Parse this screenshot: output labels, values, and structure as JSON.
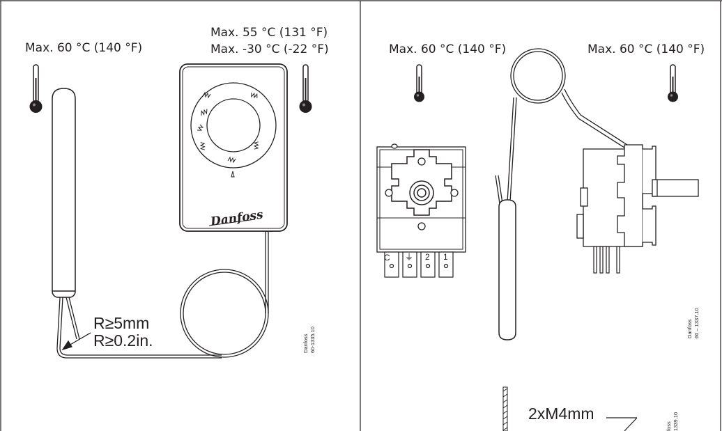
{
  "panel_left": {
    "temp_left": "Max. 60 °C (140 °F)",
    "temp_right_line1": "Max. 55 °C (131 °F)",
    "temp_right_line2": "Max. -30 °C (-22 °F)",
    "radius_mm": "R≥5mm",
    "radius_in": "R≥0.2in.",
    "brand_logo": "Danfoss",
    "caption_brand": "Danfoss",
    "caption_code": "60-1335.10"
  },
  "panel_right": {
    "temp_left": "Max. 60 °C (140 °F)",
    "temp_right": "Max. 60 °C (140 °F)",
    "terminals": [
      "C",
      "⏚",
      "2",
      "1"
    ],
    "caption_brand": "Danfoss",
    "caption_code": "60 – 1337.10",
    "screw_label": "2xM4mm",
    "caption2_brand": "foss",
    "caption2_code": "1339.10"
  },
  "colors": {
    "line": "#231f20",
    "background": "#ffffff"
  }
}
